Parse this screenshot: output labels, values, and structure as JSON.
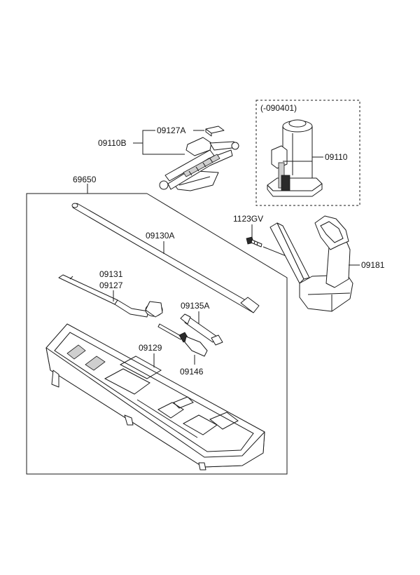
{
  "diagram": {
    "parts": [
      {
        "id": "jack-scissor",
        "label": "09110B"
      },
      {
        "id": "jack-scissor-handle-part",
        "label": "09127A"
      },
      {
        "id": "bottle-jack-variant",
        "label": "(-090401)"
      },
      {
        "id": "bottle-jack",
        "label": "09110"
      },
      {
        "id": "tool-case-kit",
        "label": "69650"
      },
      {
        "id": "bolt",
        "label": "1123GV"
      },
      {
        "id": "jack-bracket",
        "label": "09181"
      },
      {
        "id": "extension-bar",
        "label": "09130A"
      },
      {
        "id": "wrench-lug",
        "label": "09131"
      },
      {
        "id": "wrench-lug-alt",
        "label": "09127"
      },
      {
        "id": "spanner",
        "label": "09135A"
      },
      {
        "id": "tool-tray",
        "label": "09129"
      },
      {
        "id": "screwdriver",
        "label": "09146"
      }
    ]
  }
}
